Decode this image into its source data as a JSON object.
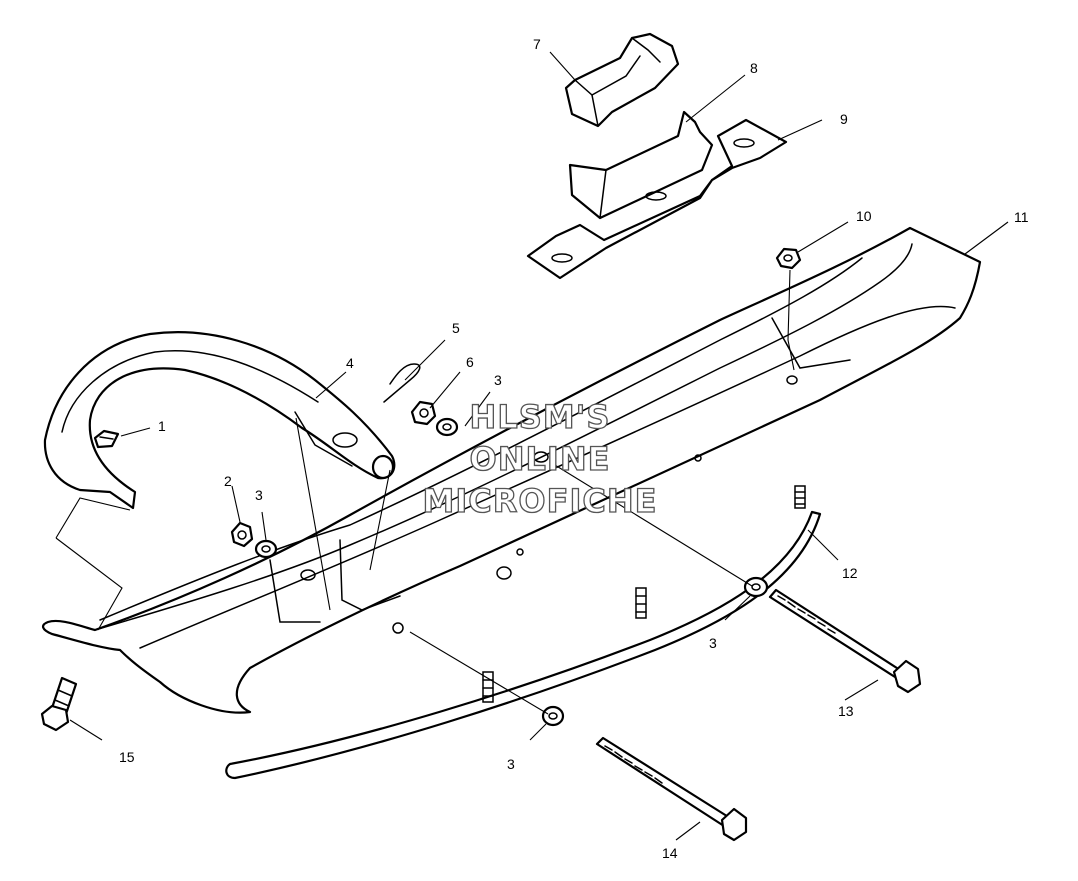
{
  "watermark": {
    "line1": "HLSM'S",
    "line2": "ONLINE",
    "line3": "MICROFICHE"
  },
  "callouts": {
    "c1": "1",
    "c2": "2",
    "c3a": "3",
    "c3b": "3",
    "c3c": "3",
    "c3d": "3",
    "c4": "4",
    "c5": "5",
    "c6": "6",
    "c7": "7",
    "c8": "8",
    "c9": "9",
    "c10": "10",
    "c11": "11",
    "c12": "12",
    "c13": "13",
    "c14": "14",
    "c15": "15"
  },
  "icons": {
    "line_color": "#000000",
    "background": "#ffffff"
  }
}
